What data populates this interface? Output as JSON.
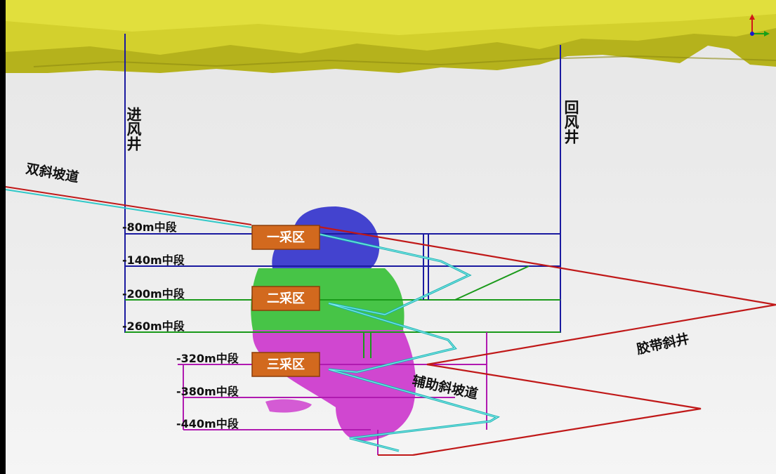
{
  "shafts": {
    "intake": "进风井",
    "return": "回风井"
  },
  "ramps": {
    "double_ramp": "双斜坡道",
    "belt_incline": "胶带斜井",
    "aux_ramp": "辅助斜坡道"
  },
  "levels": [
    {
      "label": "-80m中段"
    },
    {
      "label": "-140m中段"
    },
    {
      "label": "-200m中段"
    },
    {
      "label": "-260m中段"
    },
    {
      "label": "-320m中段"
    },
    {
      "label": "-380m中段"
    },
    {
      "label": "-440m中段"
    }
  ],
  "zones": [
    {
      "label": "一采区"
    },
    {
      "label": "二采区"
    },
    {
      "label": "三采区"
    }
  ],
  "colors": {
    "surface": "#c8c41e",
    "zone1": "#3030c8",
    "zone2": "#30c030",
    "zone3": "#c830c8",
    "blue_line": "#1a1aa0",
    "green_line": "#1a9a1a",
    "magenta_line": "#b01ab0",
    "red_line": "#c01818",
    "cyan_line": "#30c8c8",
    "zone_box": "#d2691e"
  },
  "axis_icon": "xyz-axis-icon"
}
